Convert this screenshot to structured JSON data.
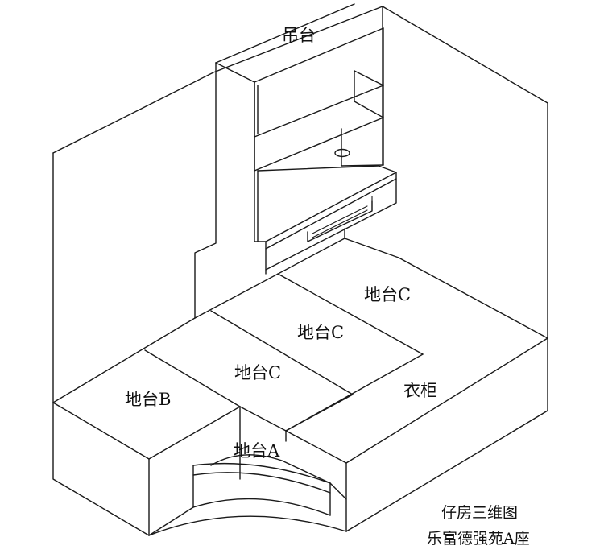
{
  "labels": {
    "hanging_cabinet": "吊台",
    "platform_c_back": "地台C",
    "platform_c_middle": "地台C",
    "platform_c_front": "地台C",
    "platform_b": "地台B",
    "platform_a": "地台A",
    "wardrobe": "衣柜"
  },
  "caption": {
    "line1": "仔房三维图",
    "line2": "乐富德强苑A座"
  }
}
